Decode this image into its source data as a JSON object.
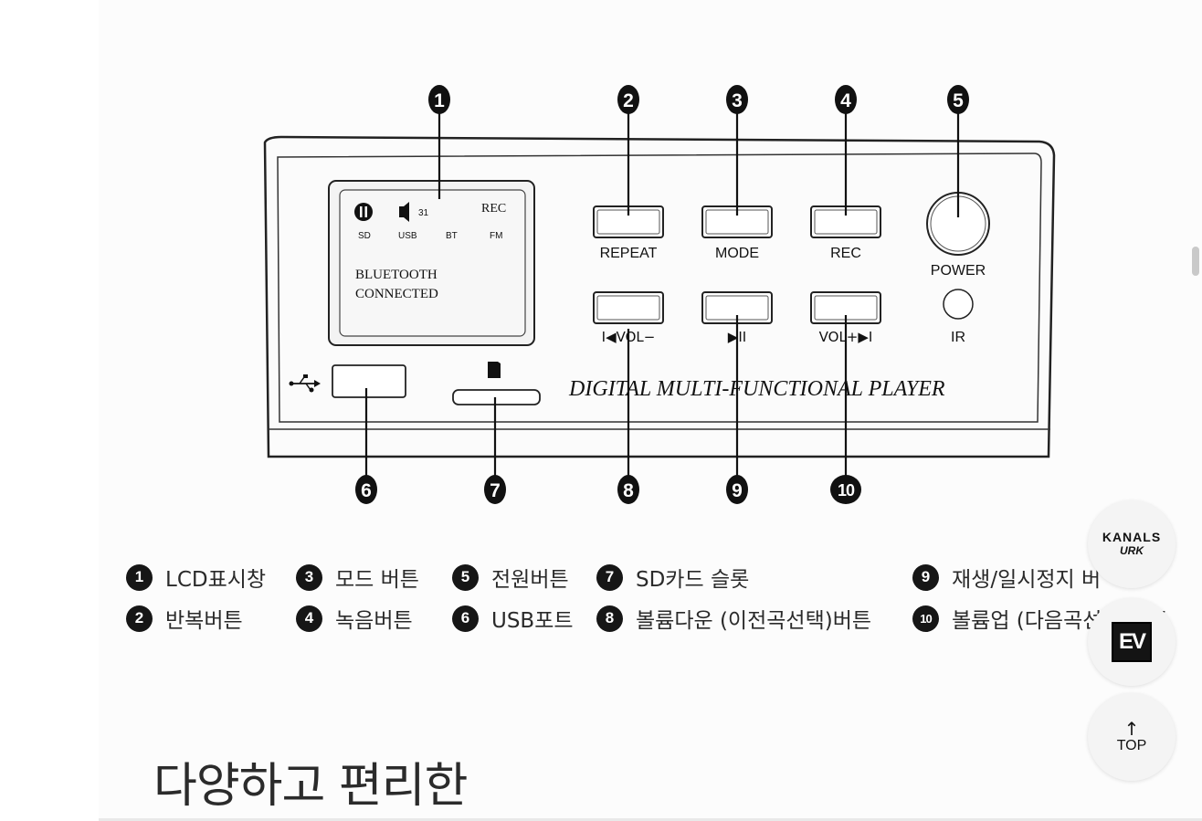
{
  "diagram": {
    "callouts": [
      "1",
      "2",
      "3",
      "4",
      "5",
      "6",
      "7",
      "8",
      "9",
      "10"
    ],
    "lcd": {
      "rec": "REC",
      "vol_num": "31",
      "sources": [
        "SD",
        "USB",
        "BT",
        "FM"
      ],
      "line1": "BLUETOOTH",
      "line2": "CONNECTED"
    },
    "buttons": {
      "repeat": "REPEAT",
      "mode": "MODE",
      "rec": "REC",
      "power": "POWER",
      "vol_down": "I◀VOL−",
      "play_pause": "▶II",
      "vol_up": "VOL+▶I",
      "ir": "IR"
    },
    "brand_text": "DIGITAL MULTI-FUNCTIONAL PLAYER"
  },
  "legend": {
    "row1": [
      {
        "num": "1",
        "text": "LCD표시창"
      },
      {
        "num": "3",
        "text": "모드 버튼"
      },
      {
        "num": "5",
        "text": "전원버튼"
      },
      {
        "num": "7",
        "text": "SD카드 슬롯"
      },
      {
        "num": "9",
        "text": "재생/일시정지 버"
      }
    ],
    "row2": [
      {
        "num": "2",
        "text": "반복버튼"
      },
      {
        "num": "4",
        "text": "녹음버튼"
      },
      {
        "num": "6",
        "text": "USB포트"
      },
      {
        "num": "8",
        "text": "볼륨다운 (이전곡선택)버튼"
      },
      {
        "num": "10",
        "text": "볼륨업 (다음곡선택)버튼"
      }
    ]
  },
  "headline": "다양하고 편리한",
  "floating": {
    "kanals_line1": "KANALS",
    "kanals_line2": "URK",
    "ev": "EV",
    "top_arrow": "↑",
    "top_label": "TOP"
  }
}
